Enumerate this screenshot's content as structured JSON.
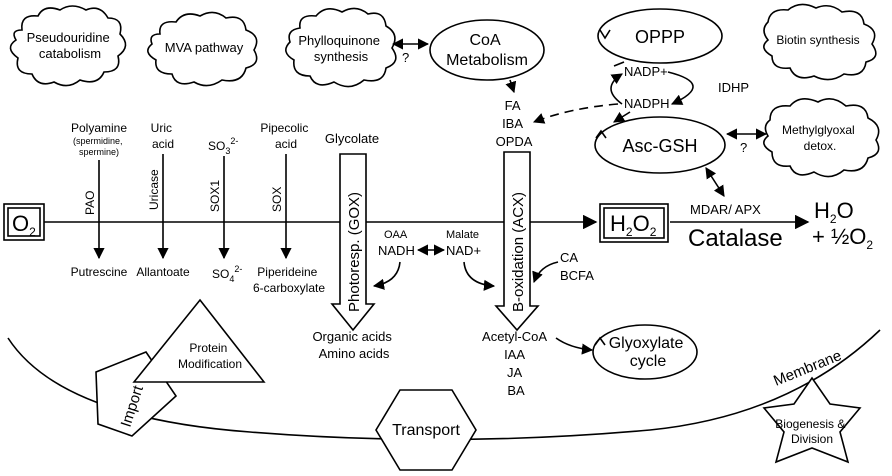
{
  "clouds": {
    "pseudouridine": [
      "Pseudouridine",
      "catabolism"
    ],
    "mva": "MVA pathway",
    "phylloquinone": [
      "Phylloquinone",
      "synthesis"
    ],
    "biotin": "Biotin synthesis",
    "methylglyoxal": [
      "Methylglyoxal",
      "detox."
    ]
  },
  "ellipses": {
    "coa": [
      "CoA",
      "Metabolism"
    ],
    "oppp": "OPPP",
    "asc_gsh": "Asc-GSH",
    "glyoxylate": [
      "Glyoxylate",
      "cycle"
    ]
  },
  "question_marks": [
    "?",
    "?"
  ],
  "cofactors": {
    "nadp_plus": "NADP+",
    "nadph": "NADPH",
    "idhp": "IDHP",
    "oaa": "OAA",
    "nadh": "NADH",
    "malate": "Malate",
    "nad_plus": "NAD+",
    "ca": "CA",
    "bcfa": "BCFA"
  },
  "beta_ox_inputs": [
    "FA",
    "IBA",
    "OPDA"
  ],
  "substrates": {
    "polyamine": "Polyamine",
    "polyamine_note": [
      "(spermidine,",
      "spermine)"
    ],
    "uric_acid": [
      "Uric",
      "acid"
    ],
    "so3": "SO",
    "so3_sub": "3",
    "so3_sup": "2-",
    "pipecolic": [
      "Pipecolic",
      "acid"
    ],
    "glycolate": "Glycolate"
  },
  "enzymes": {
    "pao": "PAO",
    "uricase": "Uricase",
    "sox1": "SOX1",
    "sox": "SOX",
    "photoresp": "Photoresp. (GOX)",
    "box": "B-oxidation (ACX)"
  },
  "products": {
    "putrescine": "Putrescine",
    "allantoate": "Allantoate",
    "so4": "SO",
    "so4_sub": "4",
    "so4_sup": "2-",
    "piperideine": [
      "Piperideine",
      "6-carboxylate"
    ],
    "organic": [
      "Organic acids",
      "Amino acids"
    ],
    "box_out": [
      "Acetyl-CoA",
      "IAA",
      "JA",
      "BA"
    ]
  },
  "o2": {
    "main": "O",
    "sub": "2"
  },
  "h2o2": {
    "a": "H",
    "sub1": "2",
    "b": "O",
    "sub2": "2"
  },
  "detox": {
    "mdar": "MDAR/ APX",
    "catalase": "Catalase",
    "h2o": "H",
    "h2o_sub": "2",
    "h2o_end": "O",
    "half": "+ ½O",
    "half_sub": "2"
  },
  "membrane": {
    "label": "Membrane",
    "import": "Import",
    "protein_mod": [
      "Protein",
      "Modification"
    ],
    "transport": "Transport",
    "biogenesis": [
      "Biogenesis &",
      "Division"
    ]
  }
}
